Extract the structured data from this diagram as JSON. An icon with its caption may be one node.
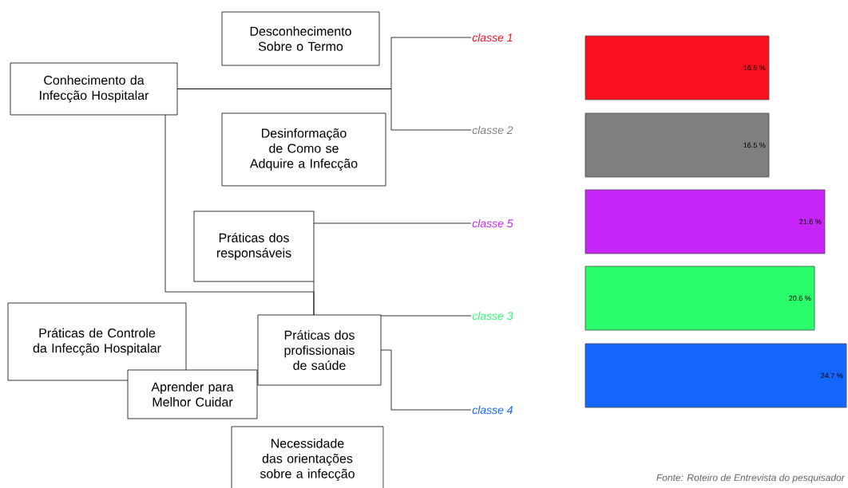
{
  "diagram": {
    "caption": "Fonte: Roteiro de Entrevista do pesquisador",
    "nodes": [
      {
        "text": [
          "Desconhecimento Sobre o Termo"
        ]
      },
      {
        "text": [
          "classe 1"
        ]
      },
      {
        "text": [
          "Conhecimento da Infecção Hospitalar"
        ]
      },
      {
        "text": [
          "Desinformação de Como se Adquire a Infecção"
        ]
      },
      {
        "text": [
          "classe 2"
        ]
      },
      {
        "text": [
          "Práticas dos responsáveis"
        ]
      },
      {
        "text": [
          "classe 5"
        ]
      },
      {
        "text": [
          "Práticas de Controle da Infecção Hospitalar"
        ]
      },
      {
        "text": [
          "Práticas dos profissionais de saúde"
        ]
      },
      {
        "text": [
          "classe 3"
        ]
      },
      {
        "text": [
          "Aprender para Melhor Cuidar"
        ]
      },
      {
        "text": [
          "classe 4"
        ]
      },
      {
        "text": [
          "Necessidade das orientações sobre a infecção"
        ]
      },
      {
        "text": [
          "16.5 %"
        ]
      },
      {
        "text": [
          "16.5 %"
        ]
      },
      {
        "text": [
          "21.6 %"
        ]
      },
      {
        "text": [
          "20.6 %"
        ]
      },
      {
        "text": [
          "24.7 %"
        ]
      }
    ],
    "edges": [
      {
        "from": 2,
        "to": 1,
        "arrow": "none"
      },
      {
        "from": 2,
        "to": 4,
        "arrow": "none"
      },
      {
        "from": 5,
        "to": 6,
        "arrow": "none"
      },
      {
        "from": 5,
        "to": 8,
        "arrow": "none"
      },
      {
        "from": 2,
        "to": 8,
        "arrow": "none"
      },
      {
        "from": 8,
        "to": 9,
        "arrow": "none"
      },
      {
        "from": 8,
        "to": 11,
        "arrow": "none"
      }
    ]
  }
}
